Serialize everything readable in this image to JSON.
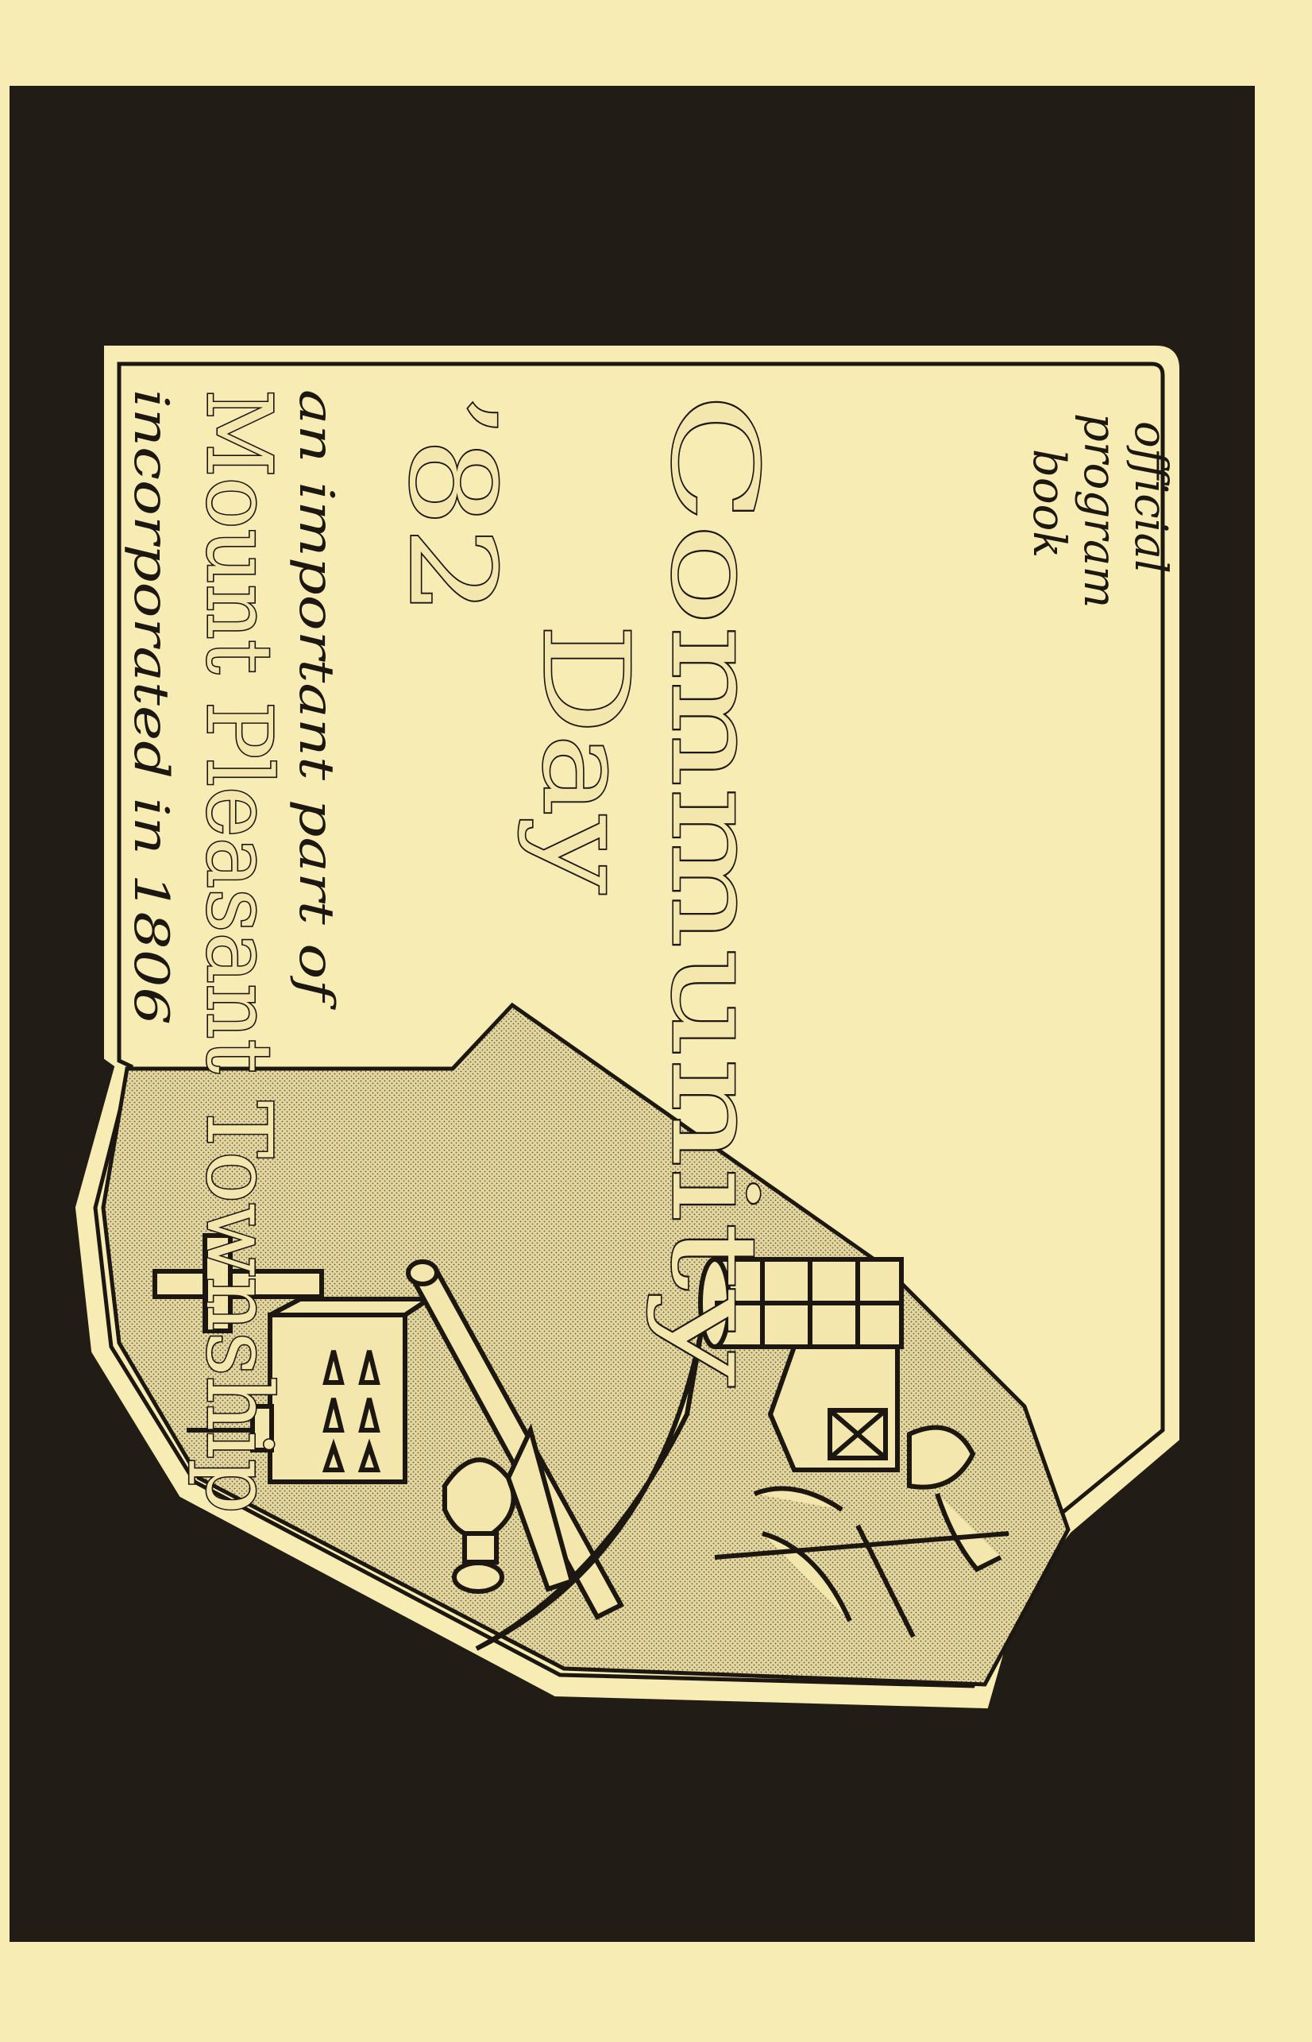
{
  "cover": {
    "kicker_line1": "official",
    "kicker_line2": "program",
    "kicker_line3": "book",
    "title_word1": "Community",
    "title_word2": "Day",
    "title_year": "’82",
    "tagline": "an important part of",
    "township": "Mount Pleasant Township",
    "incorporated": "incorporated in 1806"
  },
  "colors": {
    "paper": "#f6ecb4",
    "frame": "#211c15",
    "ink": "#1c1710"
  },
  "emblem": {
    "icons": [
      "church-cross-icon",
      "mine-pick-icon",
      "barn-silo-icon",
      "corn-stalk-icon",
      "miner-lamp-icon"
    ]
  }
}
